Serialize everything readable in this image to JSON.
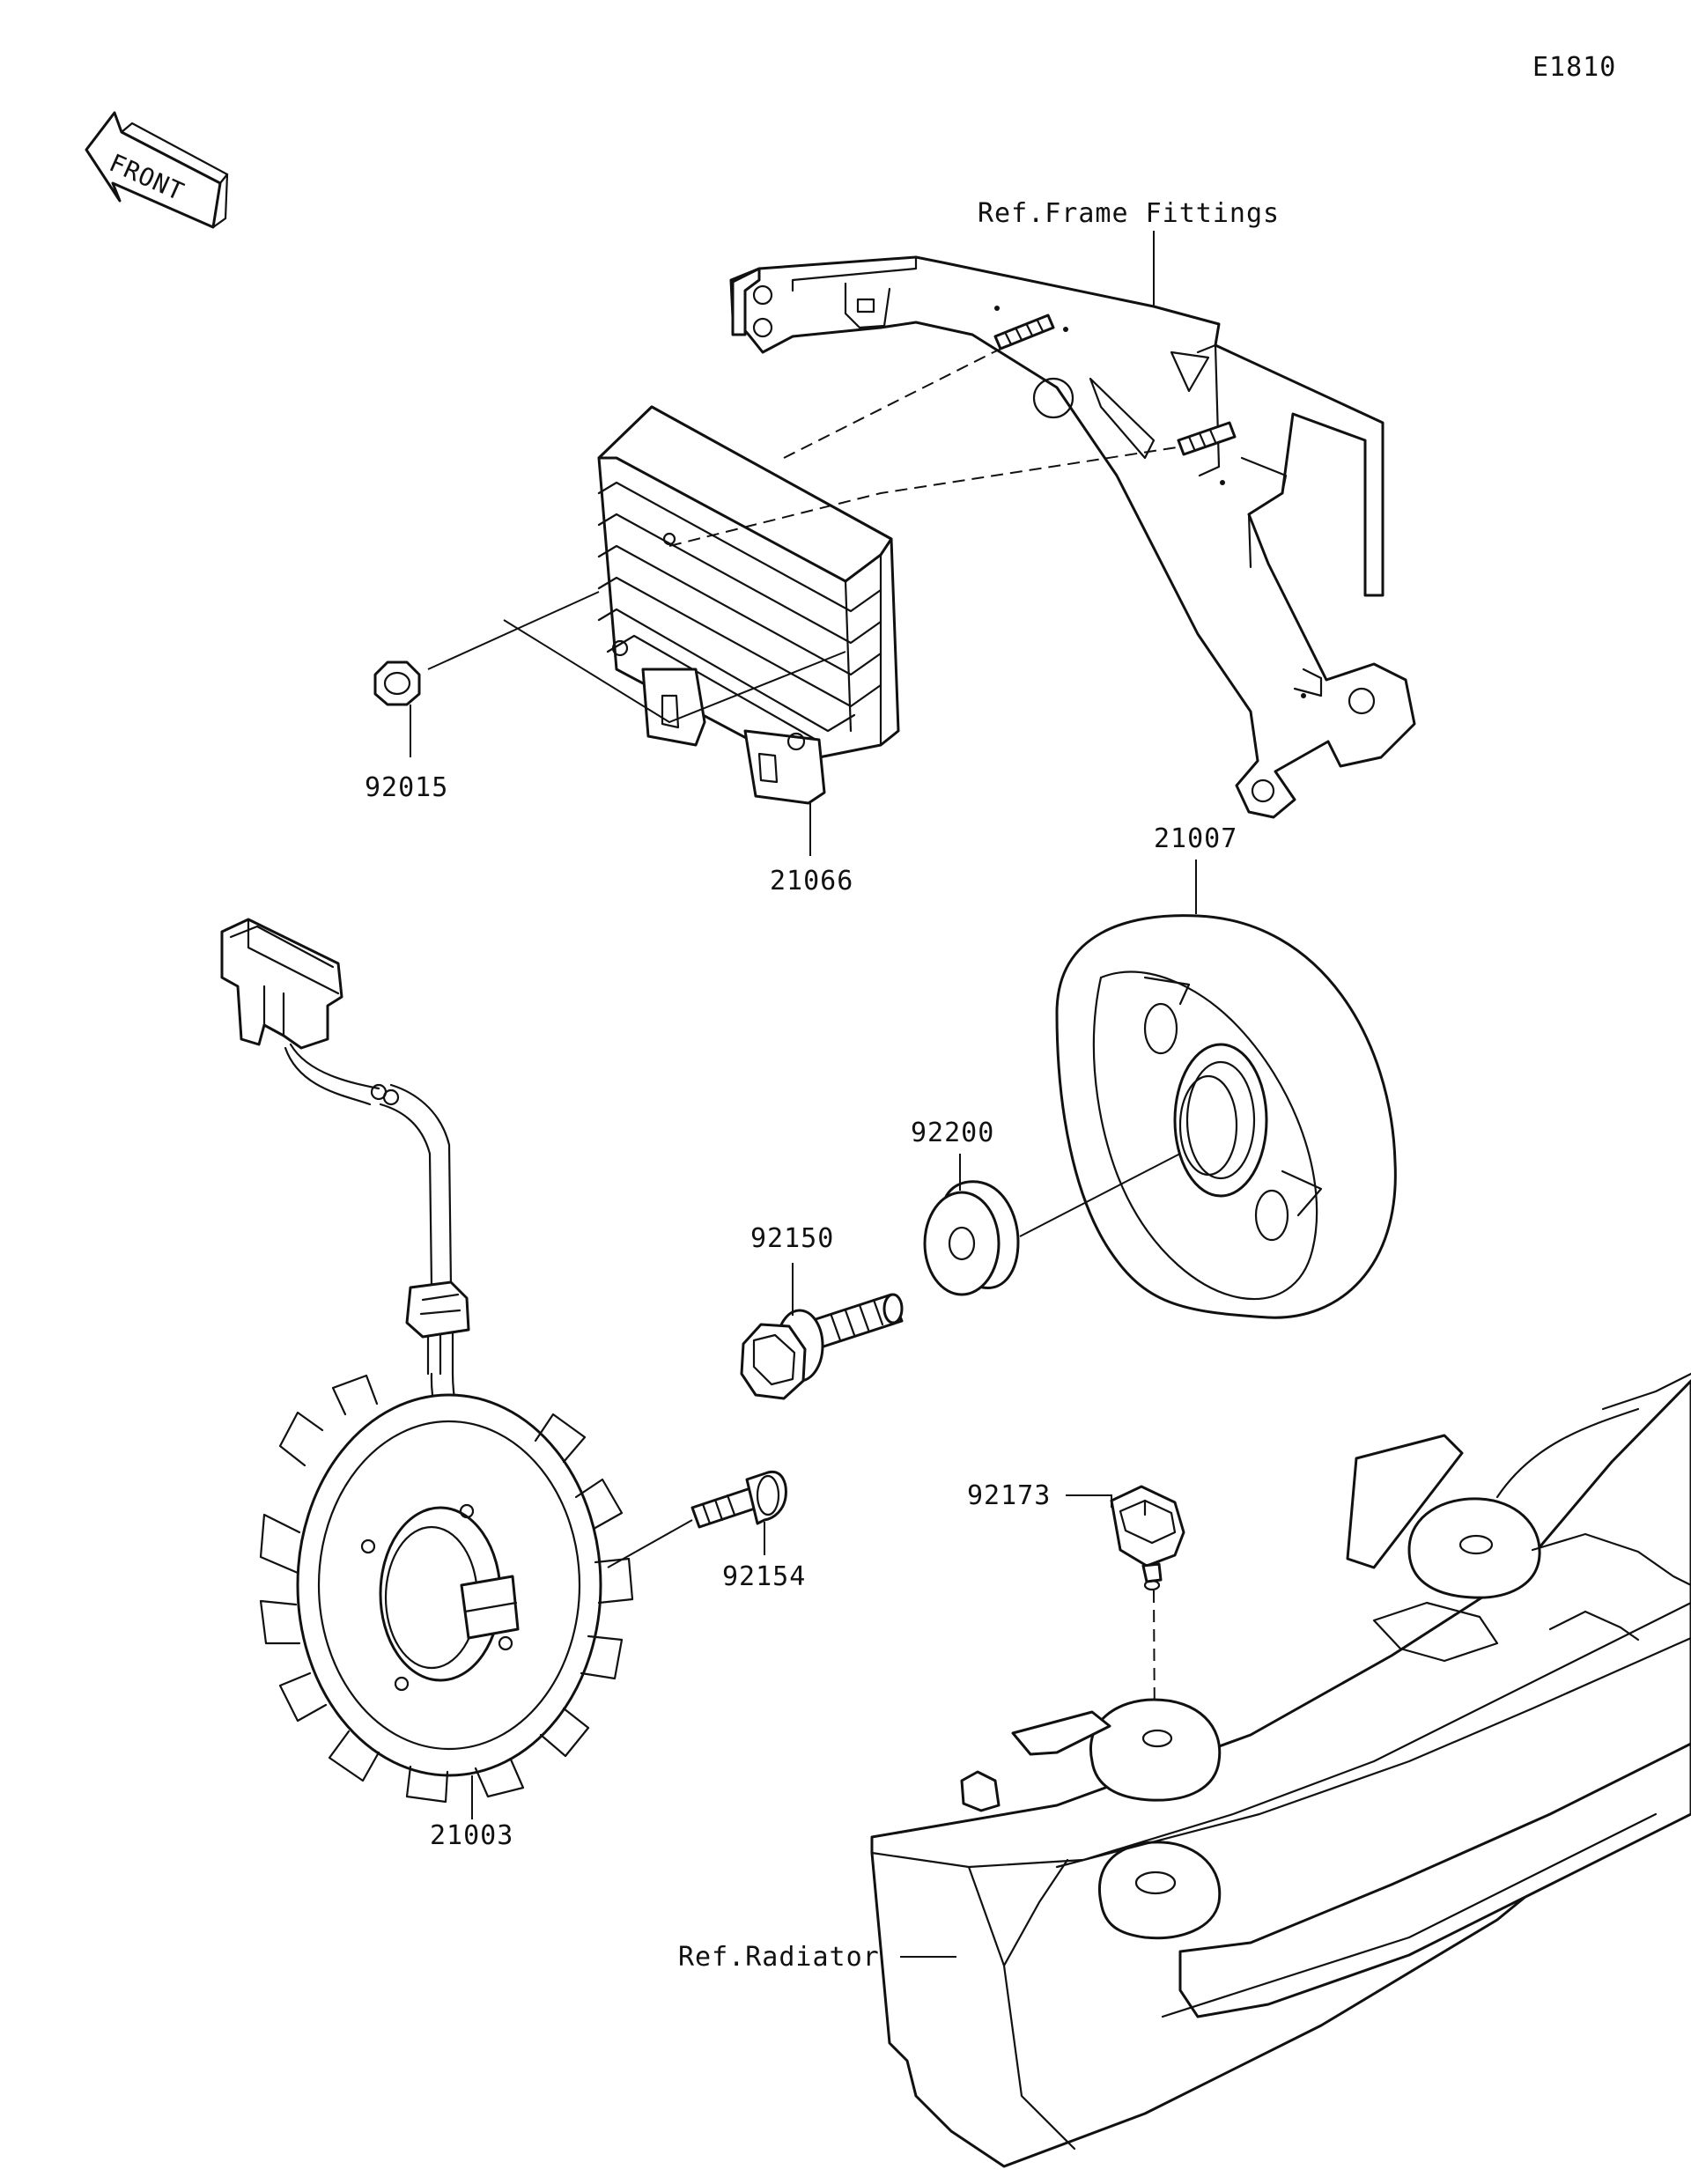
{
  "diagram_id": "E1810",
  "front_label": "FRONT",
  "references": {
    "frame_fittings": "Ref.Frame Fittings",
    "radiator": "Ref.Radiator"
  },
  "parts": [
    {
      "id": "92015"
    },
    {
      "id": "21066"
    },
    {
      "id": "21007"
    },
    {
      "id": "92200"
    },
    {
      "id": "92150"
    },
    {
      "id": "92154"
    },
    {
      "id": "92173"
    },
    {
      "id": "21003"
    }
  ]
}
